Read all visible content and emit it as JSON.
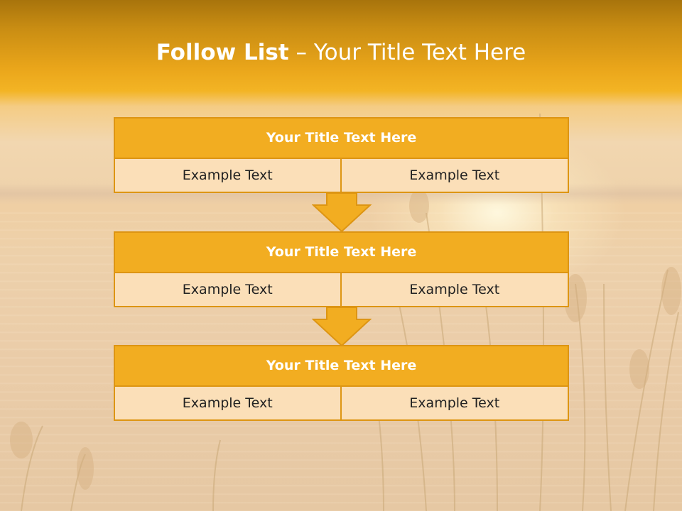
{
  "slide": {
    "title_bold": "Follow List",
    "title_rest": " – Your Title Text Here"
  },
  "blocks": [
    {
      "title": "Your Title Text Here",
      "left": "Example Text",
      "right": "Example Text"
    },
    {
      "title": "Your Title Text Here",
      "left": "Example Text",
      "right": "Example Text"
    },
    {
      "title": "Your Title Text Here",
      "left": "Example Text",
      "right": "Example Text"
    }
  ],
  "colors": {
    "block_title_fill": "#f2ad21",
    "block_border": "#dd9513",
    "cell_fill": "#fbdfb8",
    "arrow_fill": "#f2ad21"
  },
  "background": {
    "description_icon": "sunset-lake-reeds"
  }
}
